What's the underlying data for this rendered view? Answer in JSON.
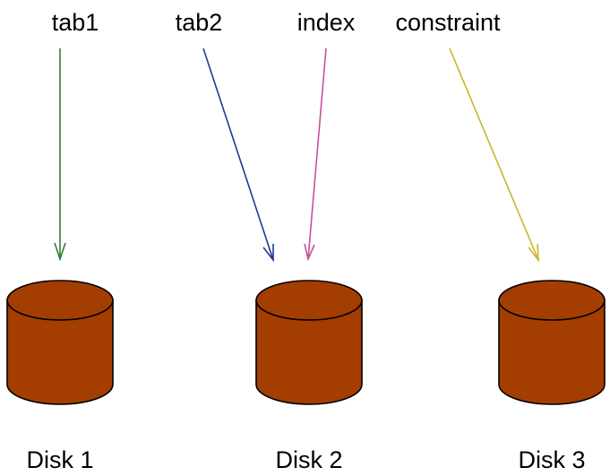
{
  "objects": [
    {
      "label": "tab1",
      "color": "#2e7d32",
      "target": "disk-1"
    },
    {
      "label": "tab2",
      "color": "#1f3a93",
      "target": "disk-2"
    },
    {
      "label": "index",
      "color": "#c94f9c",
      "target": "disk-2"
    },
    {
      "label": "constraint",
      "color": "#c8b828",
      "target": "disk-3"
    }
  ],
  "disks": [
    {
      "label": "Disk 1",
      "color": "#a33d00"
    },
    {
      "label": "Disk 2",
      "color": "#a33d00"
    },
    {
      "label": "Disk 3",
      "color": "#a33d00"
    }
  ]
}
